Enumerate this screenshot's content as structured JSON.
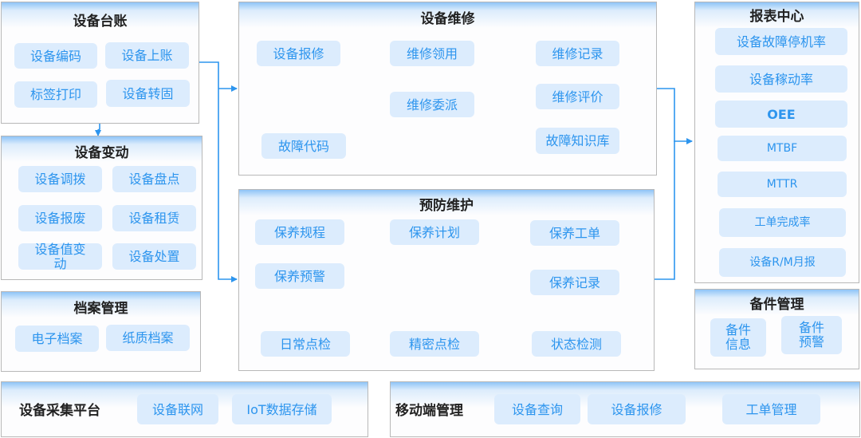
{
  "diagram": {
    "accent_color": "#2d95ee",
    "chip_bg_color": "#dcecfd",
    "panels": {
      "asset_ledger": {
        "title": "设备台账",
        "items": [
          "设备编码",
          "设备上账",
          "标签打印",
          "设备转固"
        ]
      },
      "asset_change": {
        "title": "设备变动",
        "items": [
          "设备调拨",
          "设备盘点",
          "设备报废",
          "设备租赁",
          "设备值变动",
          "设备处置"
        ]
      },
      "archive_mgmt": {
        "title": "档案管理",
        "items": [
          "电子档案",
          "纸质档案"
        ]
      },
      "repair": {
        "title": "设备维修",
        "items": {
          "report": "设备报修",
          "requisition": "维修领用",
          "dispatch": "维修委派",
          "record": "维修记录",
          "evaluation": "维修评价",
          "knowledge_base": "故障知识库",
          "fault_code": "故障代码"
        }
      },
      "preventive": {
        "title": "预防维护",
        "items": {
          "procedure": "保养规程",
          "warning": "保养预警",
          "plan": "保养计划",
          "work_order": "保养工单",
          "record": "保养记录",
          "daily_check": "日常点检",
          "precision_check": "精密点检",
          "condition_monitoring": "状态检测"
        }
      },
      "reports": {
        "title": "报表中心",
        "items": [
          "设备故障停机率",
          "设备稼动率",
          "OEE",
          "MTBF",
          "MTTR",
          "工单完成率",
          "设备R/M月报"
        ]
      },
      "spare_parts": {
        "title": "备件管理",
        "items": [
          "备件信息",
          "备件预警"
        ]
      },
      "collection_platform": {
        "title": "设备采集平台",
        "items": [
          "设备联网",
          "IoT数据存储"
        ]
      },
      "mobile": {
        "title": "移动端管理",
        "items": [
          "设备查询",
          "设备报修",
          "工单管理"
        ]
      }
    }
  }
}
